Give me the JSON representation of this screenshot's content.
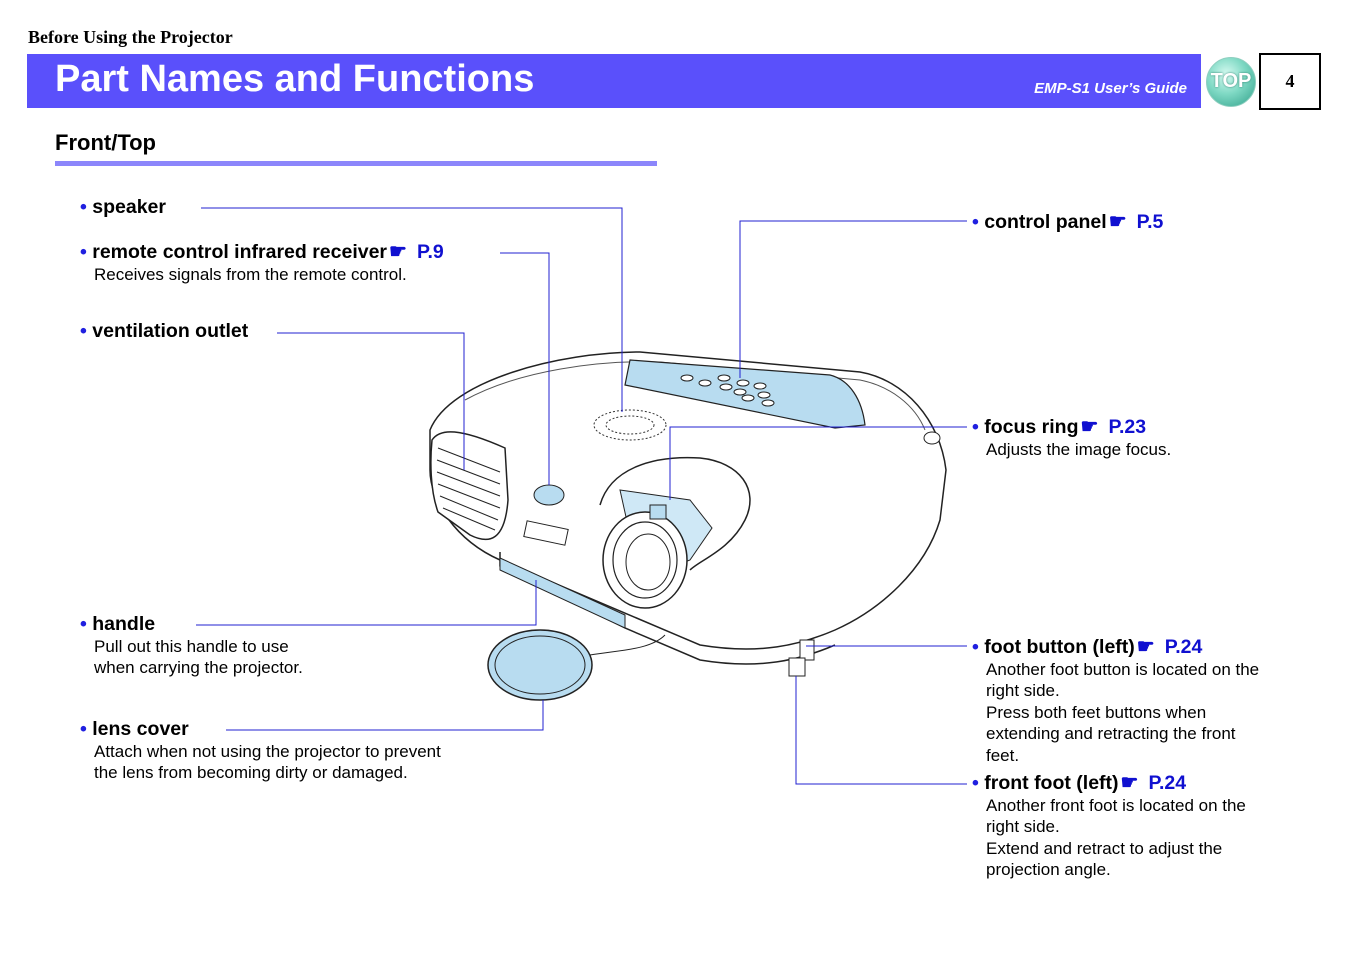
{
  "header": {
    "breadcrumb": "Before Using the Projector",
    "title": "Part Names and Functions",
    "guide_name": "EMP-S1 User’s Guide",
    "top_button": "TOP",
    "page_number": "4"
  },
  "section": {
    "title": "Front/Top"
  },
  "parts": {
    "speaker": {
      "name": "speaker"
    },
    "remote_receiver": {
      "name": "remote control infrared receiver",
      "ref": "P.9",
      "desc": "Receives signals from the remote control."
    },
    "ventilation": {
      "name": "ventilation outlet"
    },
    "handle": {
      "name": "handle",
      "desc1": "Pull out this handle to use",
      "desc2": "when carrying the projector."
    },
    "lens_cover": {
      "name": "lens cover",
      "desc1": "Attach when not using the projector to prevent",
      "desc2": "the lens from becoming dirty or damaged."
    },
    "control_panel": {
      "name": "control panel",
      "ref": "P.5"
    },
    "focus_ring": {
      "name": "focus ring",
      "ref": "P.23",
      "desc": "Adjusts the image focus."
    },
    "foot_button": {
      "name": "foot button (left)",
      "ref": "P.24",
      "desc": [
        "Another foot button is located on the",
        "right side.",
        "Press both feet buttons when",
        "extending and retracting the front",
        "feet."
      ]
    },
    "front_foot": {
      "name": "front foot (left)",
      "ref": "P.24",
      "desc": [
        "Another front foot is located on the",
        "right side.",
        "Extend and retract to adjust the",
        "projection angle."
      ]
    }
  },
  "icons": {
    "bullet": "•",
    "reference_hand": "☛"
  },
  "colors": {
    "title_bar": "#5a50fb",
    "rule": "#8c86fb",
    "link": "#1010d0",
    "leader_line": "#2020d0",
    "panel": "#b8dcf0"
  }
}
